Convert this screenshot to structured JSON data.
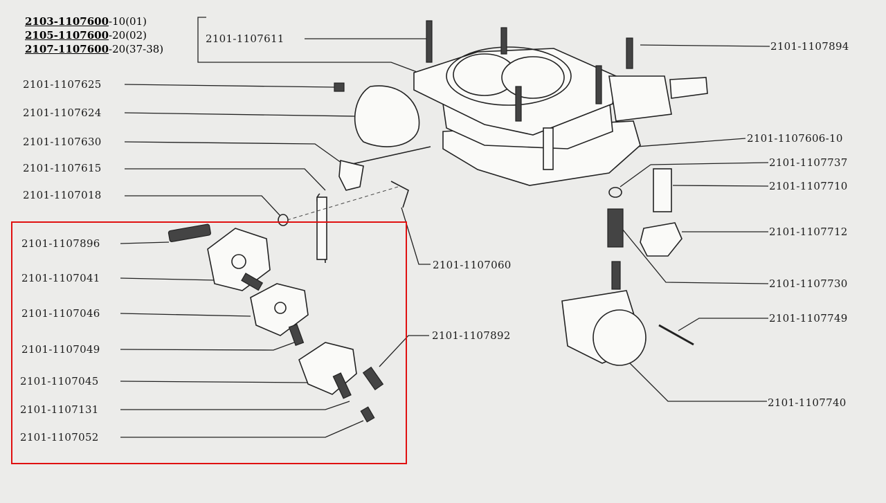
{
  "diagram": {
    "variants": [
      {
        "code": "2103-1107600",
        "suffix": "-10(01)"
      },
      {
        "code": "2105-1107600",
        "suffix": "-20(02)"
      },
      {
        "code": "2107-1107600",
        "suffix": "-20(37-38)"
      }
    ],
    "callouts": {
      "c611": "2101-1107611",
      "c894": "2101-1107894",
      "c625": "2101-1107625",
      "c624": "2101-1107624",
      "c630": "2101-1107630",
      "c615": "2101-1107615",
      "c018": "2101-1107018",
      "c60610": "2101-1107606-10",
      "c737": "2101-1107737",
      "c710": "2101-1107710",
      "c712": "2101-1107712",
      "c060": "2101-1107060",
      "c896": "2101-1107896",
      "c041": "2101-1107041",
      "c046": "2101-1107046",
      "c049": "2101-1107049",
      "c045": "2101-1107045",
      "c131": "2101-1107131",
      "c052": "2101-1107052",
      "c892": "2101-1107892",
      "c730": "2101-1107730",
      "c749": "2101-1107749",
      "c740": "2101-1107740"
    },
    "highlight_color": "#e01010"
  }
}
